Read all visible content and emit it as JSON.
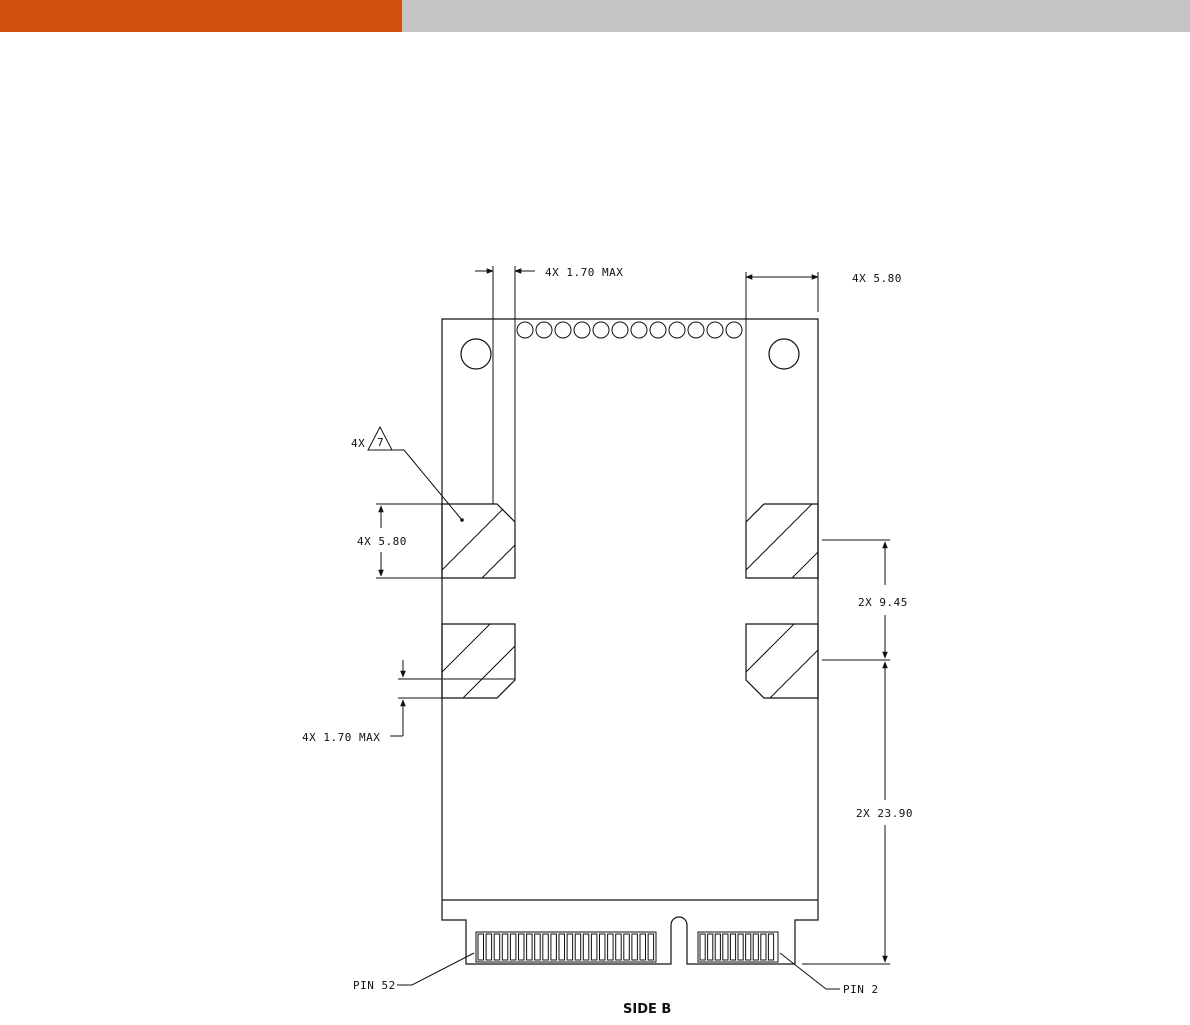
{
  "colors": {
    "accent": "#d4500f",
    "header_gray": "#c4c4c4",
    "line": "#111111"
  },
  "labels": {
    "top_left_dim": "4X 1.70 MAX",
    "top_right_dim": "4X 5.80",
    "note_prefix": "4X",
    "note_number": "7",
    "left_dim": "4X 5.80",
    "left_lower_dim": "4X 1.70 MAX",
    "right_upper_dim": "2X 9.45",
    "right_lower_dim": "2X 23.90",
    "pin_left": "PIN 52",
    "pin_right": "PIN 2",
    "view_title": "SIDE B"
  }
}
